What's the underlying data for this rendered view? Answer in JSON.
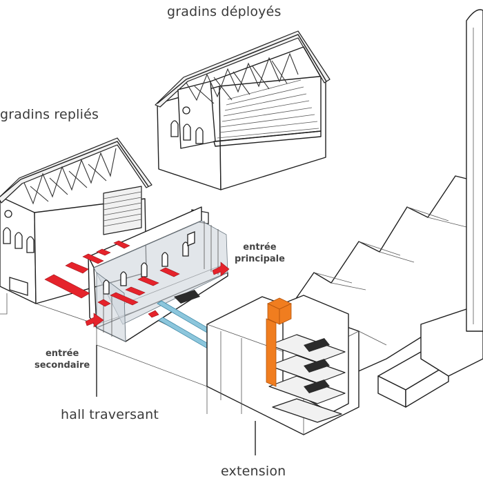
{
  "labels": {
    "gradins_deployes": "gradins déployés",
    "gradins_replies": "gradins repliés",
    "entree_principale": [
      "entrée",
      "principale"
    ],
    "entree_secondaire": [
      "entrée",
      "secondaire"
    ],
    "hall_traversant": "hall traversant",
    "extension": "extension"
  },
  "colors": {
    "circulation_red": "#e5232b",
    "footbridge_blue": "#8cc6dc",
    "tower_orange": "#f07d1f",
    "glass_grey": "#cfd6dc"
  }
}
